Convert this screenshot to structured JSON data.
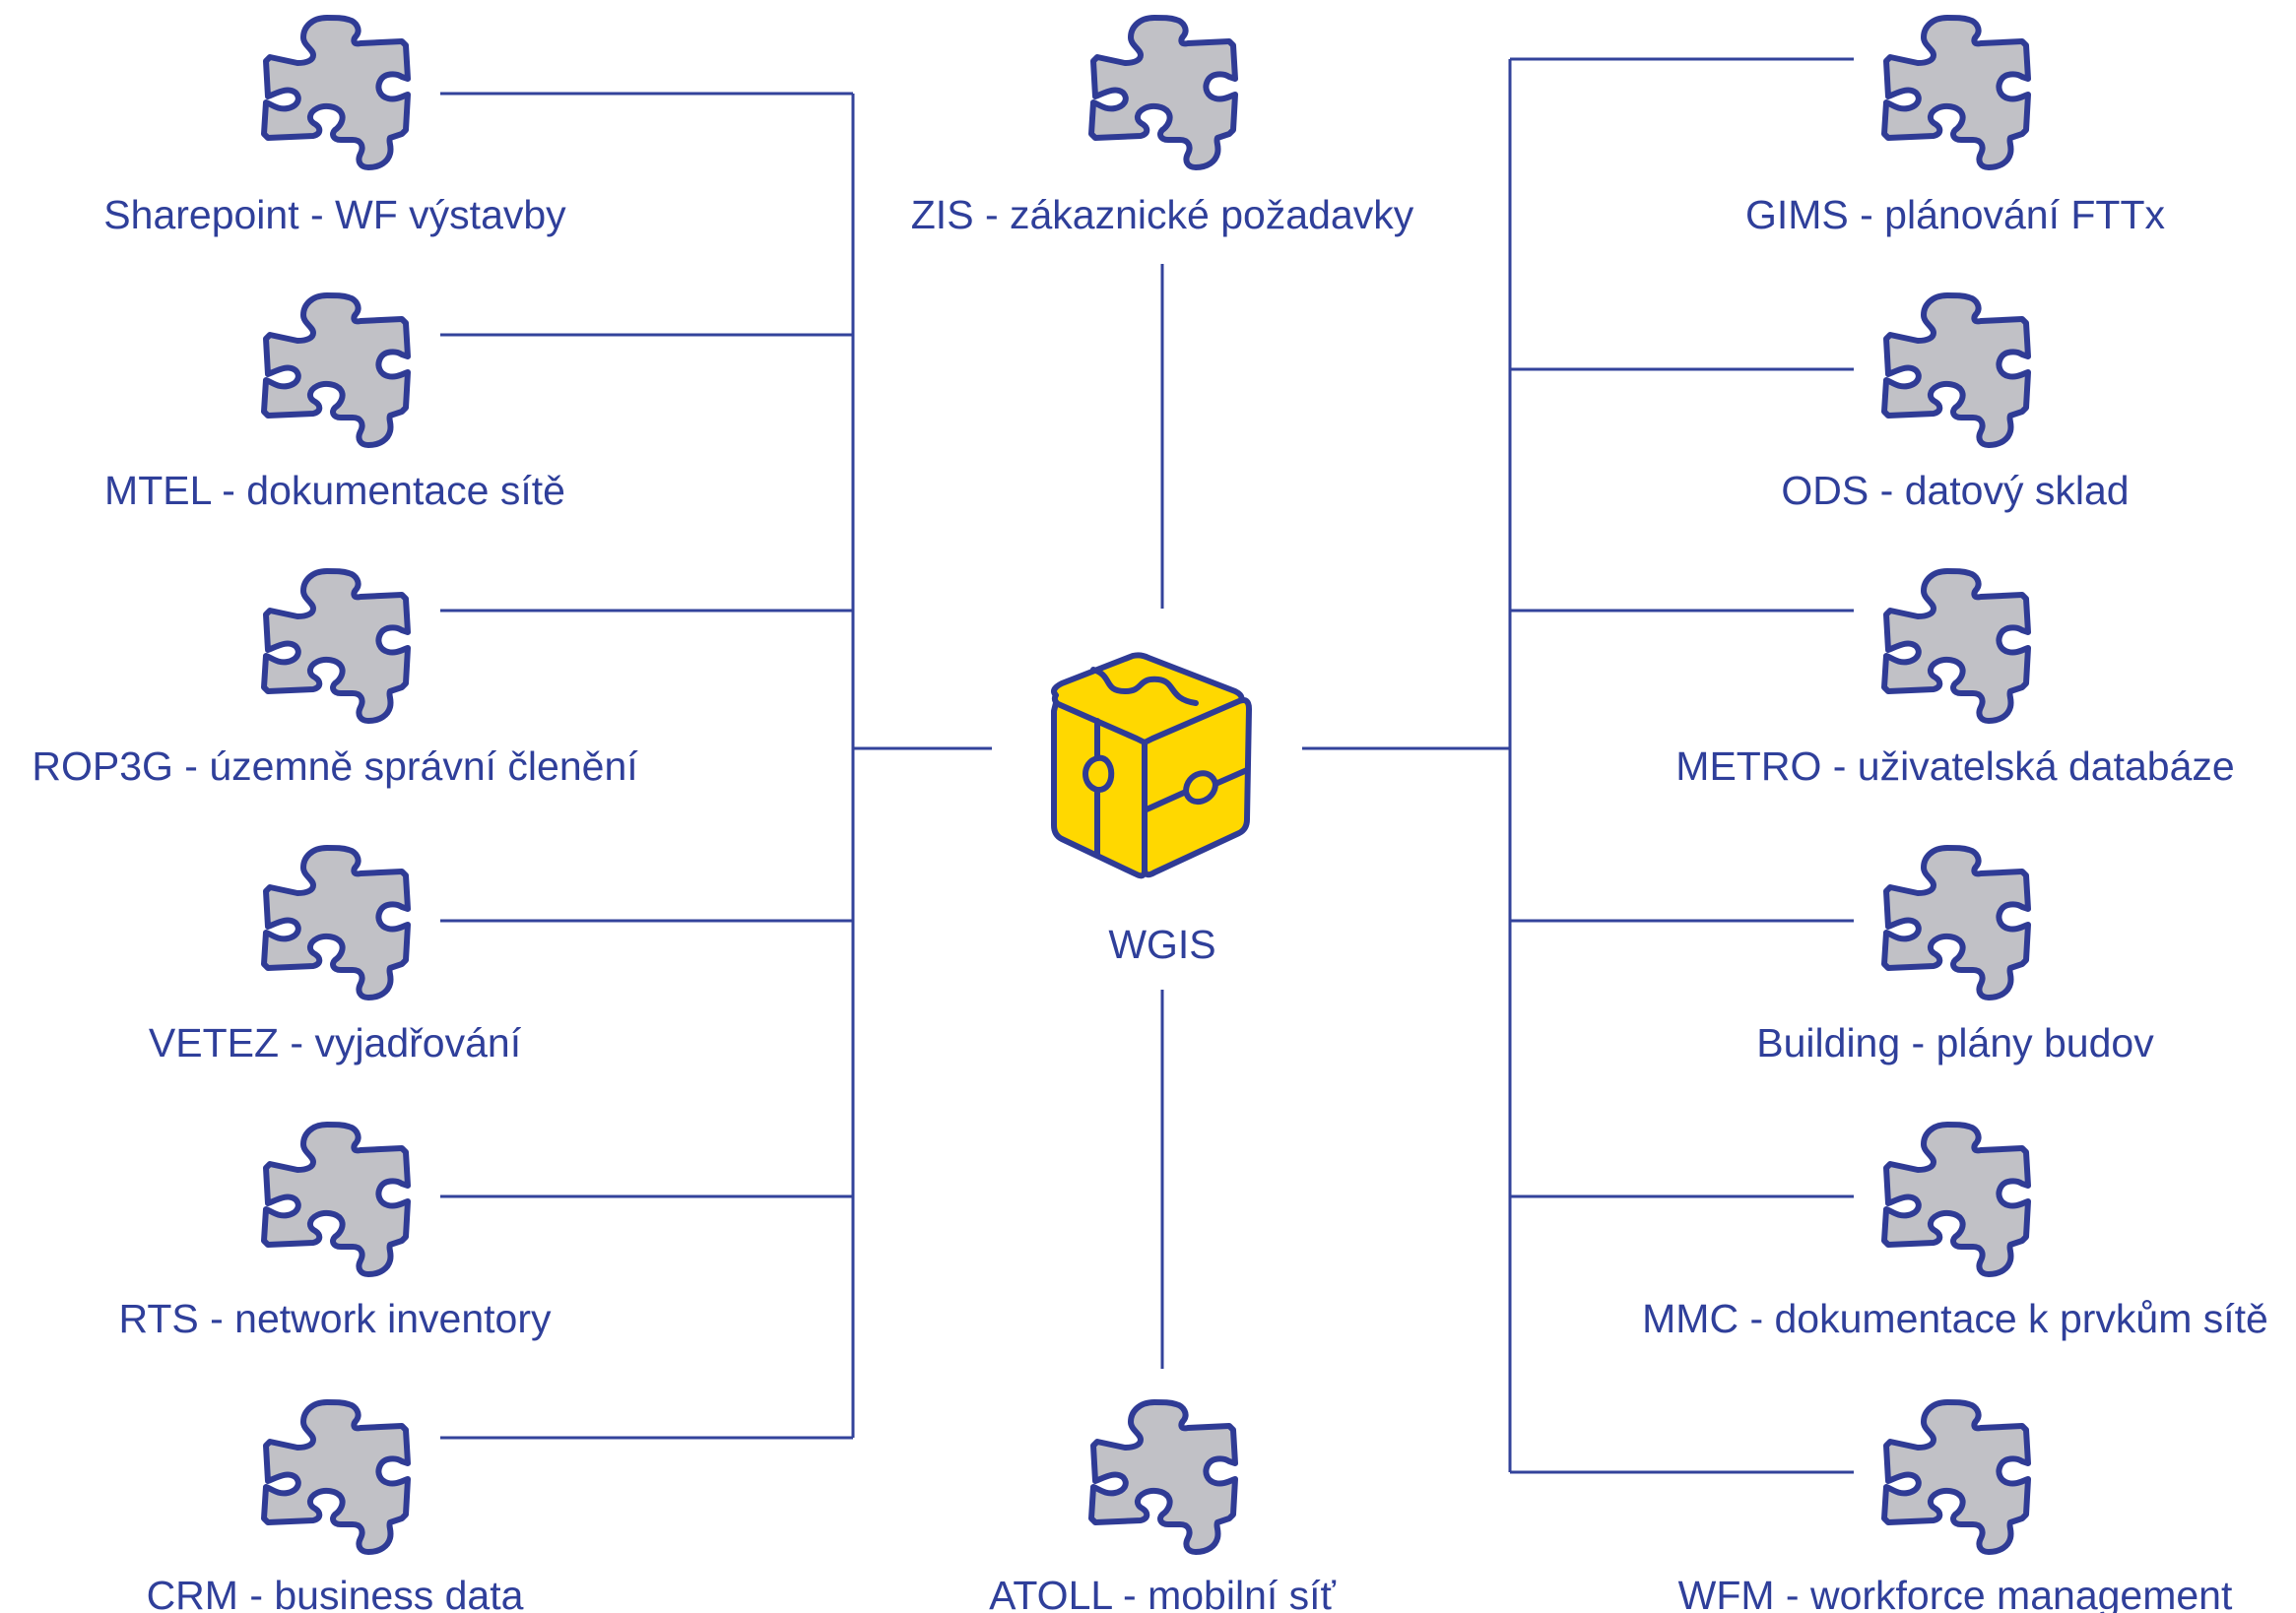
{
  "colors": {
    "line": "#33439b",
    "text": "#2f3f9a",
    "piece_fill": "#c1c1c6",
    "piece_stroke": "#2f3b95",
    "cube_fill": "#ffd800",
    "cube_stroke": "#2f3b95"
  },
  "icons": {
    "module": "puzzle-piece-icon",
    "hub": "puzzle-cube-icon"
  },
  "hub": {
    "label": "WGIS"
  },
  "top": {
    "label": "ZIS - zákaznické požadavky"
  },
  "bottom": {
    "label": "ATOLL - mobilní síť"
  },
  "left": [
    {
      "label": "Sharepoint - WF výstavby"
    },
    {
      "label": "MTEL - dokumentace sítě"
    },
    {
      "label": "ROP3G - územně správní členění"
    },
    {
      "label": "VETEZ - vyjadřování"
    },
    {
      "label": "RTS - network inventory"
    },
    {
      "label": "CRM - business data"
    }
  ],
  "right": [
    {
      "label": "GIMS - plánování FTTx"
    },
    {
      "label": "ODS - datový sklad"
    },
    {
      "label": "METRO - uživatelská databáze"
    },
    {
      "label": "Building - plány budov"
    },
    {
      "label": "MMC - dokumentace k prvkům sítě"
    },
    {
      "label": "WFM - workforce management"
    }
  ]
}
